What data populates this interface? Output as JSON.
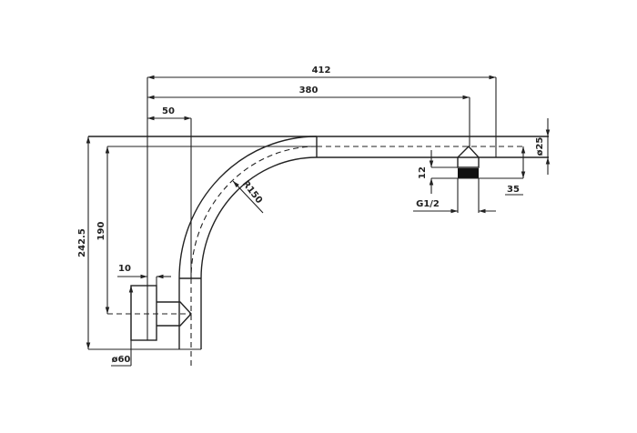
{
  "drawing": {
    "dimensions": {
      "overall_length": "412",
      "outlet_distance": "380",
      "wall_offset": "50",
      "overall_height": "242.5",
      "center_height": "190",
      "flange_thickness": "10",
      "flange_diameter": "ø60",
      "bend_radius": "R150",
      "pipe_diameter": "ø25",
      "outlet_height": "12",
      "outlet_drop": "35",
      "thread": "G1/2"
    }
  }
}
